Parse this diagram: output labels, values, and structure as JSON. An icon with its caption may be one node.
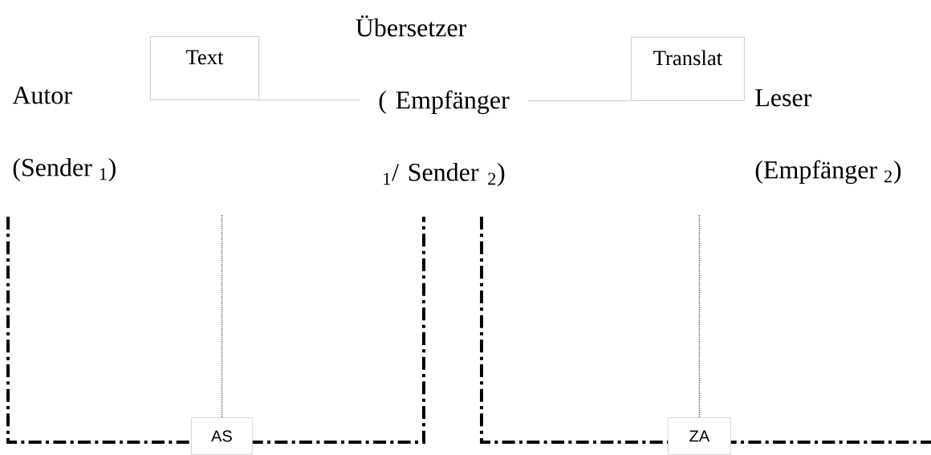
{
  "diagram": {
    "nodes": [
      {
        "text": [
          "Autor",
          "(Sender $_{1}$)"
        ]
      },
      {
        "text": [
          "Text"
        ]
      },
      {
        "text": [
          "Übersetzer",
          "( Empfänger $_{1}$/ Sender $_{2}$)"
        ]
      },
      {
        "text": [
          "Translat"
        ]
      },
      {
        "text": [
          "Leser",
          "(Empfänger $_{2}$)"
        ]
      },
      {
        "text": [
          "AS"
        ]
      },
      {
        "text": [
          "ZA"
        ]
      }
    ],
    "edges": [
      {
        "from": 1,
        "to": 2,
        "arrow": "none"
      },
      {
        "from": 2,
        "to": 3,
        "arrow": "none"
      },
      {
        "from": null,
        "to": 5,
        "arrow": "none",
        "style": "dashed"
      },
      {
        "from": null,
        "to": 6,
        "arrow": "none",
        "style": "dashed"
      }
    ]
  }
}
